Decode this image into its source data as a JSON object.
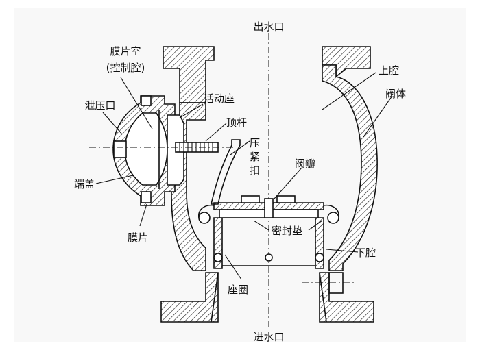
{
  "labels": {
    "outlet": "出水口",
    "inlet": "进水口",
    "diaphragm_chamber_line1": "膜片室",
    "diaphragm_chamber_line2": "(控制腔)",
    "relief_port": "泄压口",
    "movable_seat": "活动座",
    "push_rod": "顶杆",
    "clamp_line1": "压",
    "clamp_line2": "紧",
    "clamp_line3": "扣",
    "end_cap": "端盖",
    "valve_disc": "阀瓣",
    "upper_chamber": "上腔",
    "valve_body": "阀体",
    "seal_gasket": "密封垫",
    "lower_chamber": "下腔",
    "diaphragm": "膜片",
    "seat_ring": "座圈"
  },
  "colors": {
    "line": "#111111",
    "background": "#f8f8f8"
  }
}
